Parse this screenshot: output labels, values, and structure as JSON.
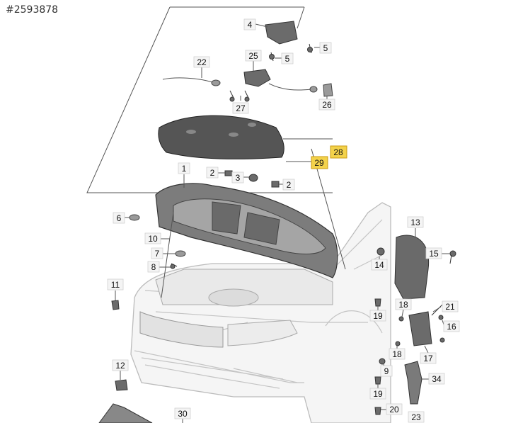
{
  "catalog_id": "#2593878",
  "labels": [
    {
      "id": "1",
      "text": "1"
    },
    {
      "id": "2a",
      "text": "2"
    },
    {
      "id": "2b",
      "text": "2"
    },
    {
      "id": "3",
      "text": "3"
    },
    {
      "id": "4",
      "text": "4"
    },
    {
      "id": "5a",
      "text": "5"
    },
    {
      "id": "5b",
      "text": "5"
    },
    {
      "id": "6",
      "text": "6"
    },
    {
      "id": "7",
      "text": "7"
    },
    {
      "id": "8",
      "text": "8"
    },
    {
      "id": "9",
      "text": "9"
    },
    {
      "id": "10",
      "text": "10"
    },
    {
      "id": "11",
      "text": "11"
    },
    {
      "id": "12",
      "text": "12"
    },
    {
      "id": "13",
      "text": "13"
    },
    {
      "id": "14",
      "text": "14"
    },
    {
      "id": "15",
      "text": "15"
    },
    {
      "id": "16",
      "text": "16"
    },
    {
      "id": "17",
      "text": "17"
    },
    {
      "id": "18a",
      "text": "18"
    },
    {
      "id": "18b",
      "text": "18"
    },
    {
      "id": "19a",
      "text": "19"
    },
    {
      "id": "19b",
      "text": "19"
    },
    {
      "id": "20",
      "text": "20"
    },
    {
      "id": "21",
      "text": "21"
    },
    {
      "id": "22",
      "text": "22"
    },
    {
      "id": "23",
      "text": "23"
    },
    {
      "id": "25",
      "text": "25"
    },
    {
      "id": "26",
      "text": "26"
    },
    {
      "id": "27",
      "text": "27"
    },
    {
      "id": "28",
      "text": "28",
      "highlighted": true
    },
    {
      "id": "29",
      "text": "29",
      "highlighted": true
    },
    {
      "id": "30",
      "text": "30"
    },
    {
      "id": "34",
      "text": "34"
    }
  ],
  "colors": {
    "highlight": "#f3d24a",
    "part": "#6b6b6b",
    "car_outline": "#bcbcbc"
  }
}
